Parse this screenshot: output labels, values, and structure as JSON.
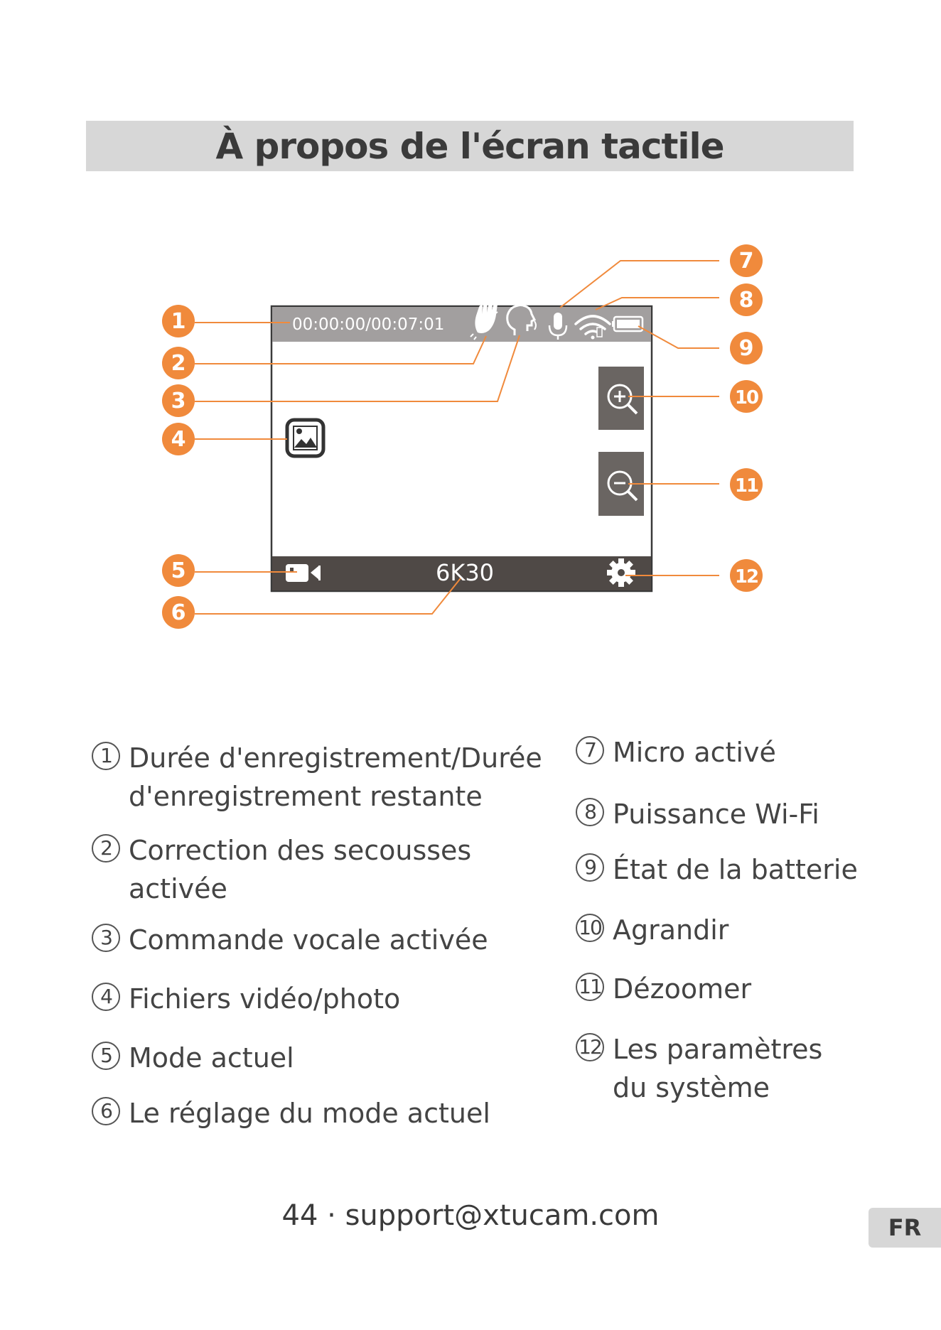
{
  "title": "À propos de l'écran tactile",
  "screen": {
    "time": "00:00:00/00:07:01",
    "resolution": "6K30"
  },
  "callouts": [
    "1",
    "2",
    "3",
    "4",
    "5",
    "6",
    "7",
    "8",
    "9",
    "10",
    "11",
    "12"
  ],
  "legend": {
    "left": [
      {
        "num": "1",
        "line1": "Durée d'enregistrement/Durée",
        "line2": "d'enregistrement restante"
      },
      {
        "num": "2",
        "line1": "Correction des secousses",
        "line2": "activée"
      },
      {
        "num": "3",
        "line1": "Commande vocale activée"
      },
      {
        "num": "4",
        "line1": "Fichiers vidéo/photo"
      },
      {
        "num": "5",
        "line1": "Mode actuel"
      },
      {
        "num": "6",
        "line1": "Le réglage du mode actuel"
      }
    ],
    "right": [
      {
        "num": "7",
        "line1": "Micro activé"
      },
      {
        "num": "8",
        "line1": "Puissance Wi-Fi"
      },
      {
        "num": "9",
        "line1": "État de la batterie"
      },
      {
        "num": "10",
        "line1": "Agrandir"
      },
      {
        "num": "11",
        "line1": "Dézoomer"
      },
      {
        "num": "12",
        "line1": "Les paramètres",
        "line2": "du système"
      }
    ]
  },
  "footer": {
    "page": "44",
    "separator": "·",
    "email": "support@xtucam.com"
  },
  "lang": "FR",
  "colors": {
    "accent": "#f08a3c",
    "status_bar": "#a29f9f",
    "bottom_bar": "#4f4946",
    "zoom_button": "#6a6562",
    "title_bg": "#d7d7d7"
  },
  "icons": [
    "hand-shake-icon",
    "voice-head-icon",
    "microphone-icon",
    "wifi-icon",
    "battery-icon",
    "gallery-icon",
    "zoom-in-icon",
    "zoom-out-icon",
    "video-camera-icon",
    "gear-icon"
  ]
}
